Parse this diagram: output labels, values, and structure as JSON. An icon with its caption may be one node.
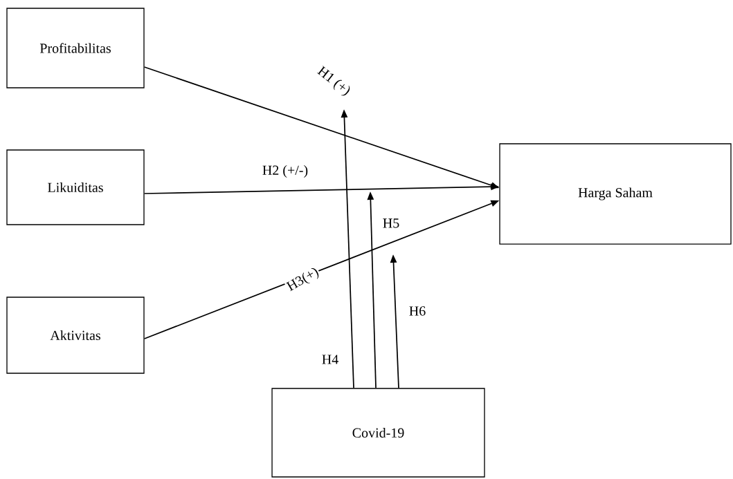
{
  "diagram": {
    "nodes": [
      {
        "text": [
          "Profitabilitas"
        ]
      },
      {
        "text": [
          "Likuiditas"
        ]
      },
      {
        "text": [
          "Aktivitas"
        ]
      },
      {
        "text": [
          "Harga Saham"
        ]
      },
      {
        "text": [
          "Covid-19"
        ]
      }
    ],
    "edges": [
      {
        "from": 0,
        "to": 3,
        "arrow": "to",
        "label": "H1 (+)"
      },
      {
        "from": 1,
        "to": 3,
        "arrow": "to",
        "label": "H2 (+/-)"
      },
      {
        "from": 2,
        "to": 3,
        "arrow": "to",
        "label": "H3(+)"
      },
      {
        "from": 4,
        "to": null,
        "arrow": "to",
        "label": "H4"
      },
      {
        "from": 4,
        "to": null,
        "arrow": "to",
        "label": "H5"
      },
      {
        "from": 4,
        "to": null,
        "arrow": "to",
        "label": "H6"
      }
    ]
  }
}
